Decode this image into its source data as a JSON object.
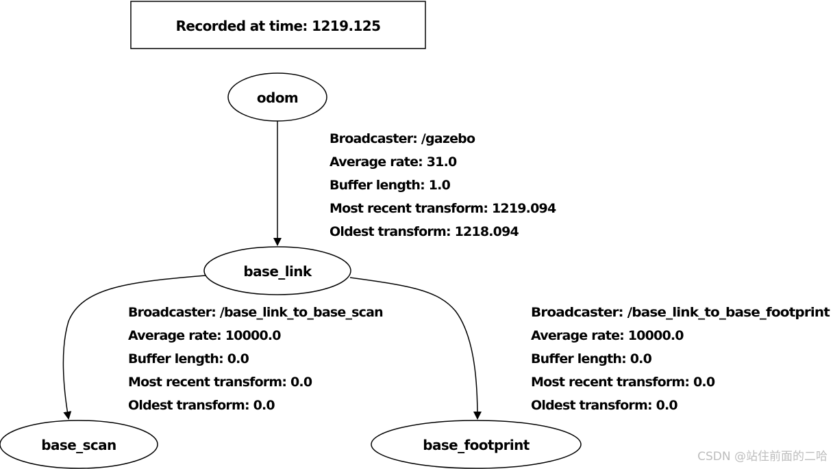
{
  "header": {
    "recorded_label": "Recorded at time: 1219.125"
  },
  "nodes": {
    "odom": "odom",
    "base_link": "base_link",
    "base_scan": "base_scan",
    "base_footprint": "base_footprint"
  },
  "edges": {
    "odom_to_base_link": {
      "broadcaster": "Broadcaster: /gazebo",
      "average_rate": "Average rate: 31.0",
      "buffer_length": "Buffer length: 1.0",
      "most_recent": "Most recent transform: 1219.094",
      "oldest": "Oldest transform: 1218.094"
    },
    "base_link_to_base_scan": {
      "broadcaster": "Broadcaster: /base_link_to_base_scan",
      "average_rate": "Average rate: 10000.0",
      "buffer_length": "Buffer length: 0.0",
      "most_recent": "Most recent transform: 0.0",
      "oldest": "Oldest transform: 0.0"
    },
    "base_link_to_base_footprint": {
      "broadcaster": "Broadcaster: /base_link_to_base_footprint",
      "average_rate": "Average rate: 10000.0",
      "buffer_length": "Buffer length: 0.0",
      "most_recent": "Most recent transform: 0.0",
      "oldest": "Oldest transform: 0.0"
    }
  },
  "watermark": "CSDN @站住前面的二哈",
  "colors": {
    "stroke": "#000000",
    "background": "#ffffff",
    "watermark": "#bdbdbd"
  }
}
